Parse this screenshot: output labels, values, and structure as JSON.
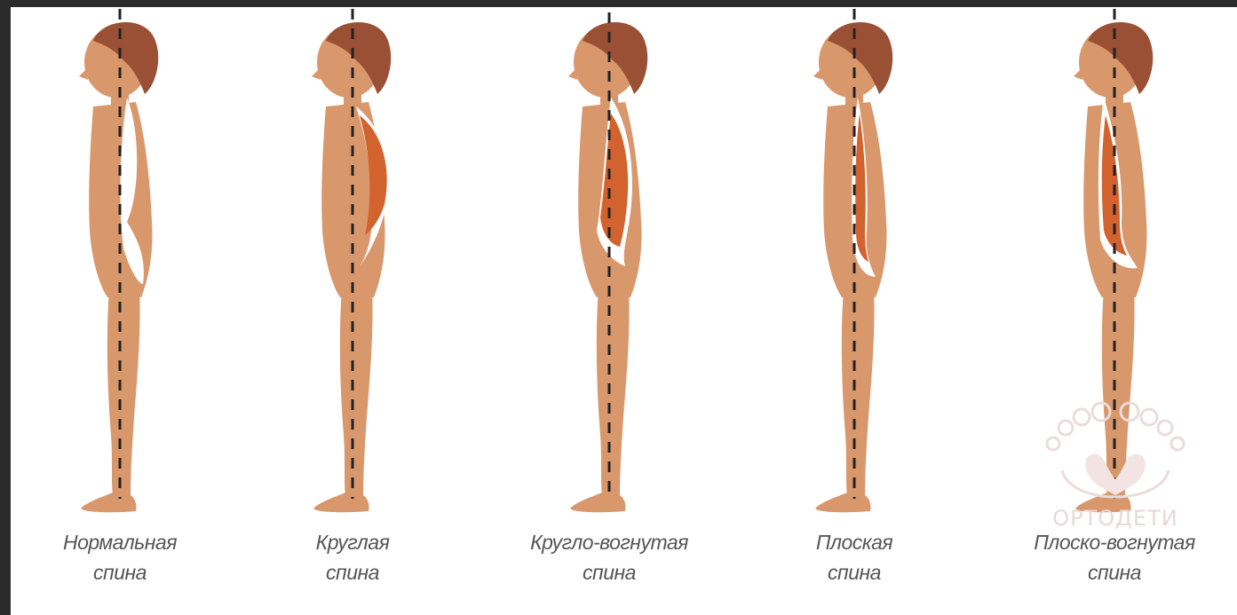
{
  "figures": [
    {
      "id": "normal",
      "caption_line1": "Нормальная",
      "caption_line2": "спина"
    },
    {
      "id": "round",
      "caption_line1": "Круглая",
      "caption_line2": "спина"
    },
    {
      "id": "round-concave",
      "caption_line1": "Кругло-вогнутая",
      "caption_line2": "спина"
    },
    {
      "id": "flat",
      "caption_line1": "Плоская",
      "caption_line2": "спина"
    },
    {
      "id": "flat-concave",
      "caption_line1": "Плоско-вогнутая",
      "caption_line2": "спина"
    }
  ],
  "watermark": {
    "text": "ОРТОДЕТИ"
  },
  "colors": {
    "skin": "#d9976c",
    "hair": "#9a5034",
    "muscle": "#d2622e",
    "axis": "#222222",
    "frame": "#2b2b2b",
    "caption": "#555555"
  }
}
